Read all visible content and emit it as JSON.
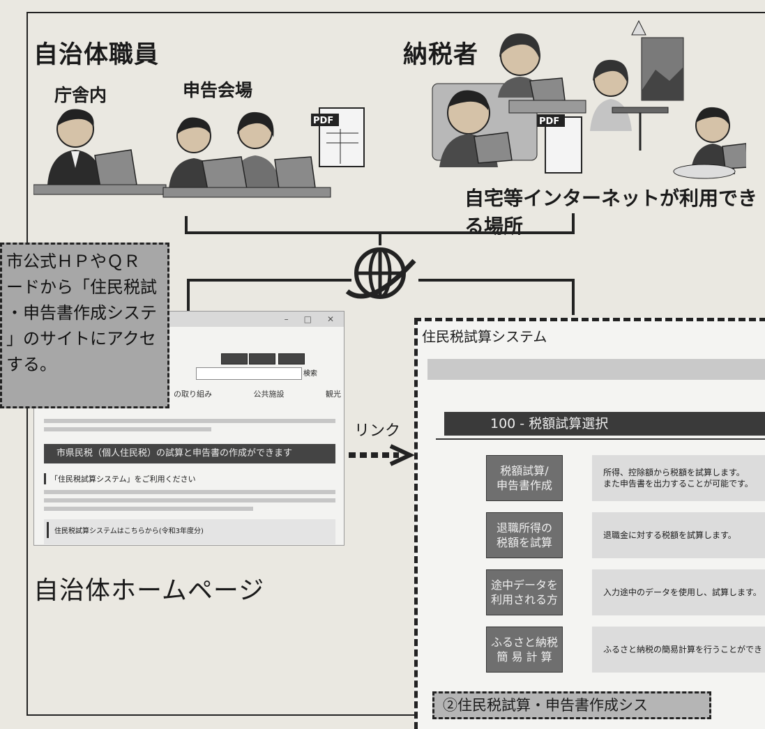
{
  "diagram": {
    "staff_heading": "自治体職員",
    "office_label": "庁舎内",
    "venue_label": "申告会場",
    "taxpayer_heading": "納税者",
    "home_label": "自宅等インターネットが利用できる場所",
    "pdf_label": "PDF",
    "callout_text": "市公式ＨＰやＱＲ\nードから「住民税試\n・申告書作成システ\n」のサイトにアクセ\nする。",
    "homepage_caption": "自治体ホームページ",
    "link_label": "リンク",
    "caption_box_text": "②住民税試算・申告書作成シス"
  },
  "homepage": {
    "nav": [
      "の取り組み",
      "公共施設",
      "観光"
    ],
    "banner": "市県民税（個人住民税）の試算と申告書の作成ができます",
    "section_heading": "「住民税試算システム」をご利用ください",
    "link_heading": "住民税試算システムはこちらから(令和3年度分)",
    "search_label": "検索"
  },
  "app": {
    "title": "住民税試算システム",
    "header": "100 - 税額試算選択",
    "rows": [
      {
        "button": "税額試算/\n申告書作成",
        "desc": "所得、控除額から税額を試算します。\nまた申告書を出力することが可能です。"
      },
      {
        "button": "退職所得の\n税額を試算",
        "desc": "退職金に対する税額を試算します。"
      },
      {
        "button": "途中データを\n利用される方",
        "desc": "入力途中のデータを使用し、試算します。"
      },
      {
        "button": "ふるさと納税\n簡 易 計 算",
        "desc": "ふるさと納税の簡易計算を行うことができ"
      }
    ]
  },
  "icons": [
    "globe-icon",
    "pdf-document-icon",
    "laptop-icon",
    "person-icon",
    "arrow-right-icon"
  ]
}
